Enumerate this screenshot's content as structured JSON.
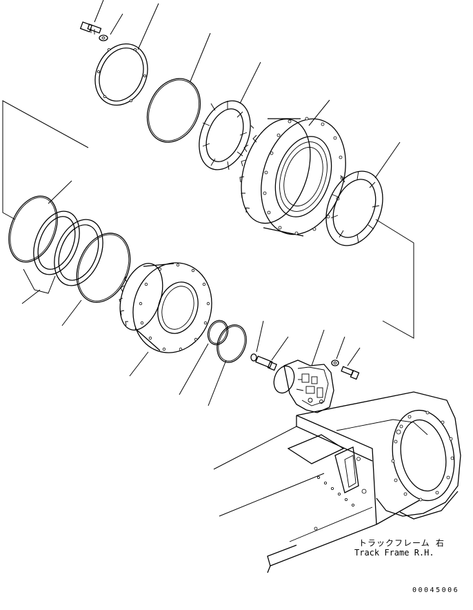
{
  "labels": {
    "track_frame_jp": "トラックフレーム 右",
    "track_frame_en": "Track Frame R.H.",
    "drawing_number": "00045006"
  },
  "colors": {
    "line": "#000000",
    "background": "#ffffff"
  },
  "parts": [
    "bolt-icon",
    "washer-icon",
    "ring-icon",
    "o-ring-icon",
    "floating-seal-icon",
    "sprocket-hub-icon",
    "reducer-housing-icon",
    "motor-icon",
    "track-frame-icon"
  ]
}
